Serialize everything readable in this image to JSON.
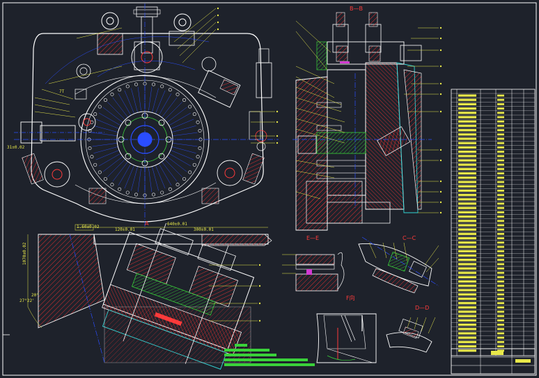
{
  "drawing": {
    "section_labels": {
      "b_b": "B—B",
      "e_e": "E—E",
      "c_c": "C—C",
      "d_d": "D—D",
      "f_view": "F向",
      "a_mark": "A"
    },
    "plan_notes": {
      "left_note": "31±0.02",
      "dim_top_1": "1.60±0.02",
      "dim_top_2": "640±0.01",
      "dim_top_3": "120±0.01",
      "dim_top_4": "300±0.01",
      "angle_1": "20°",
      "angle_2": "27°22'",
      "side_dim": "1070±0.02",
      "note_gear": "7T"
    },
    "colors": {
      "background": "#1e222b",
      "outline": "#ffffff",
      "hatch": "#e03030",
      "center": "#2a4dff",
      "leader": "#e8e84a",
      "green": "#3ad13a",
      "cyan": "#33d6d6",
      "magenta": "#d23ad2"
    }
  }
}
